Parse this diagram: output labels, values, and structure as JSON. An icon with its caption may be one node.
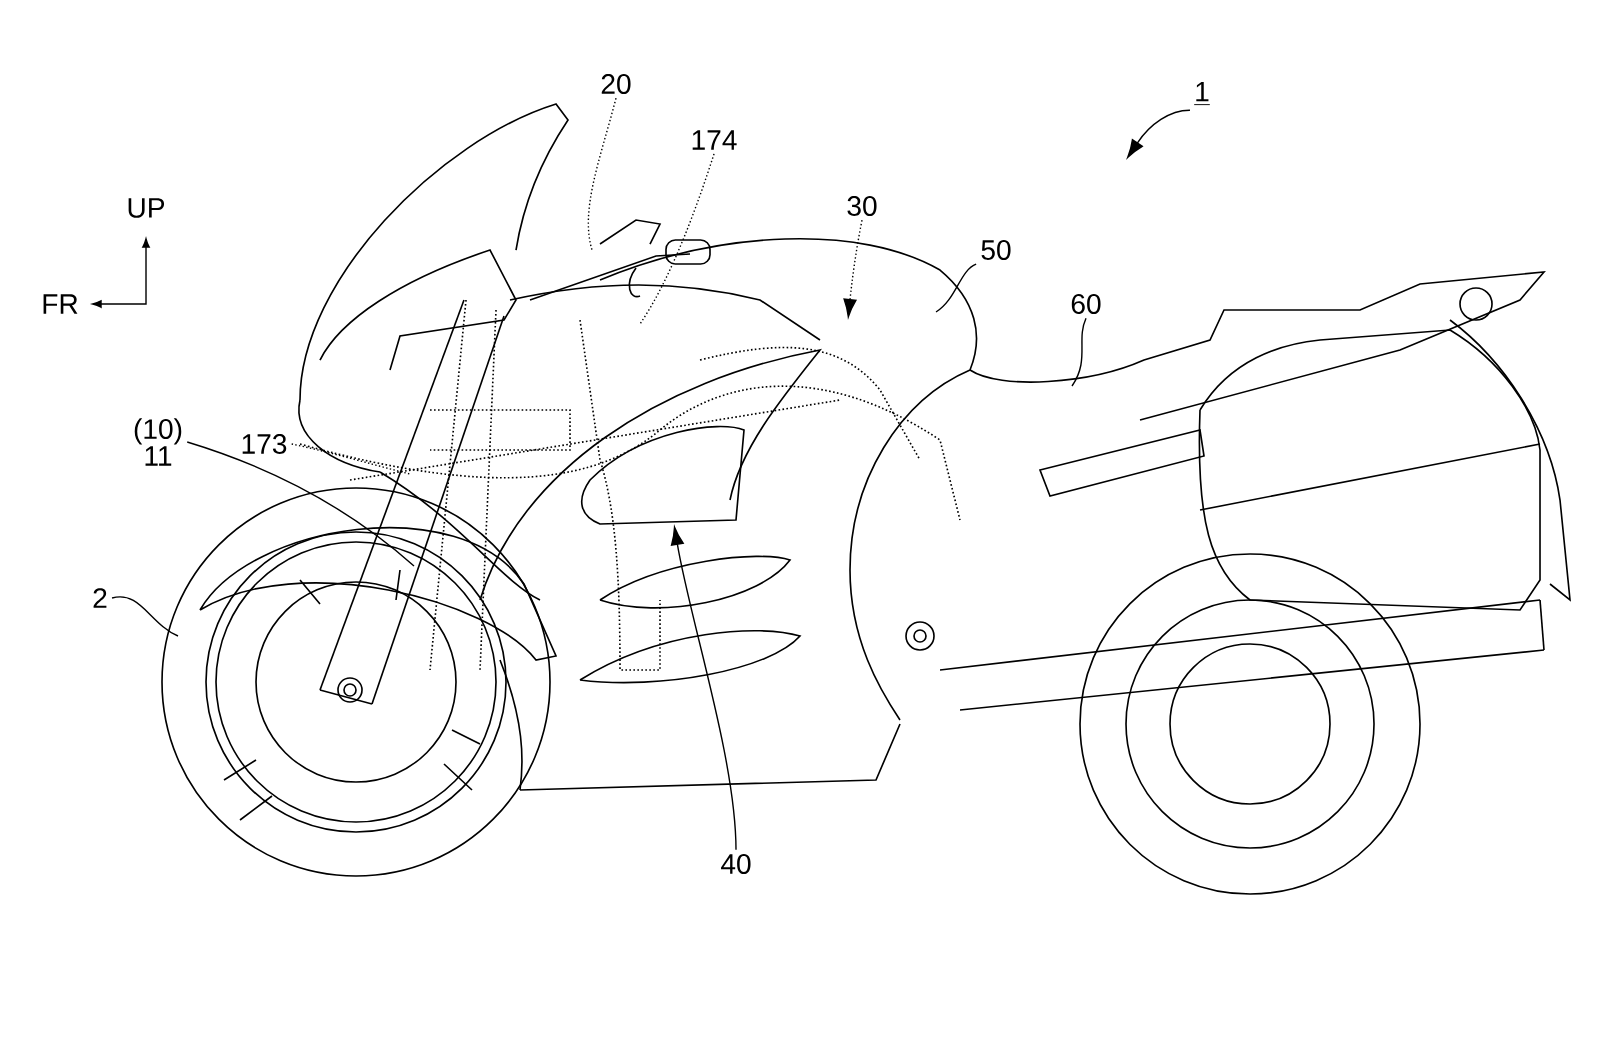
{
  "diagram": {
    "nodes": [
      {
        "text": [
          "20"
        ]
      },
      {
        "text": [
          "174"
        ]
      },
      {
        "text": [
          "1"
        ]
      },
      {
        "text": [
          "30"
        ]
      },
      {
        "text": [
          "50"
        ]
      },
      {
        "text": [
          "60"
        ]
      },
      {
        "text": [
          "(10)",
          "11"
        ]
      },
      {
        "text": [
          "173"
        ]
      },
      {
        "text": [
          "2"
        ]
      },
      {
        "text": [
          "40"
        ]
      }
    ],
    "edges": [
      {
        "from": 0,
        "to": null,
        "arrow": "none",
        "style": "dashed"
      },
      {
        "from": 1,
        "to": null,
        "arrow": "none",
        "style": "dashed"
      },
      {
        "from": 2,
        "to": null,
        "arrow": "to"
      },
      {
        "from": 3,
        "to": null,
        "arrow": "to",
        "style": "dashed"
      },
      {
        "from": 4,
        "to": null,
        "arrow": "none"
      },
      {
        "from": 5,
        "to": null,
        "arrow": "none"
      },
      {
        "from": 6,
        "to": null,
        "arrow": "none"
      },
      {
        "from": 7,
        "to": null,
        "arrow": "none",
        "style": "dashed"
      },
      {
        "from": 8,
        "to": null,
        "arrow": "none"
      },
      {
        "from": 9,
        "to": null,
        "arrow": "to"
      }
    ],
    "labels": [
      "UP",
      "FR"
    ]
  }
}
